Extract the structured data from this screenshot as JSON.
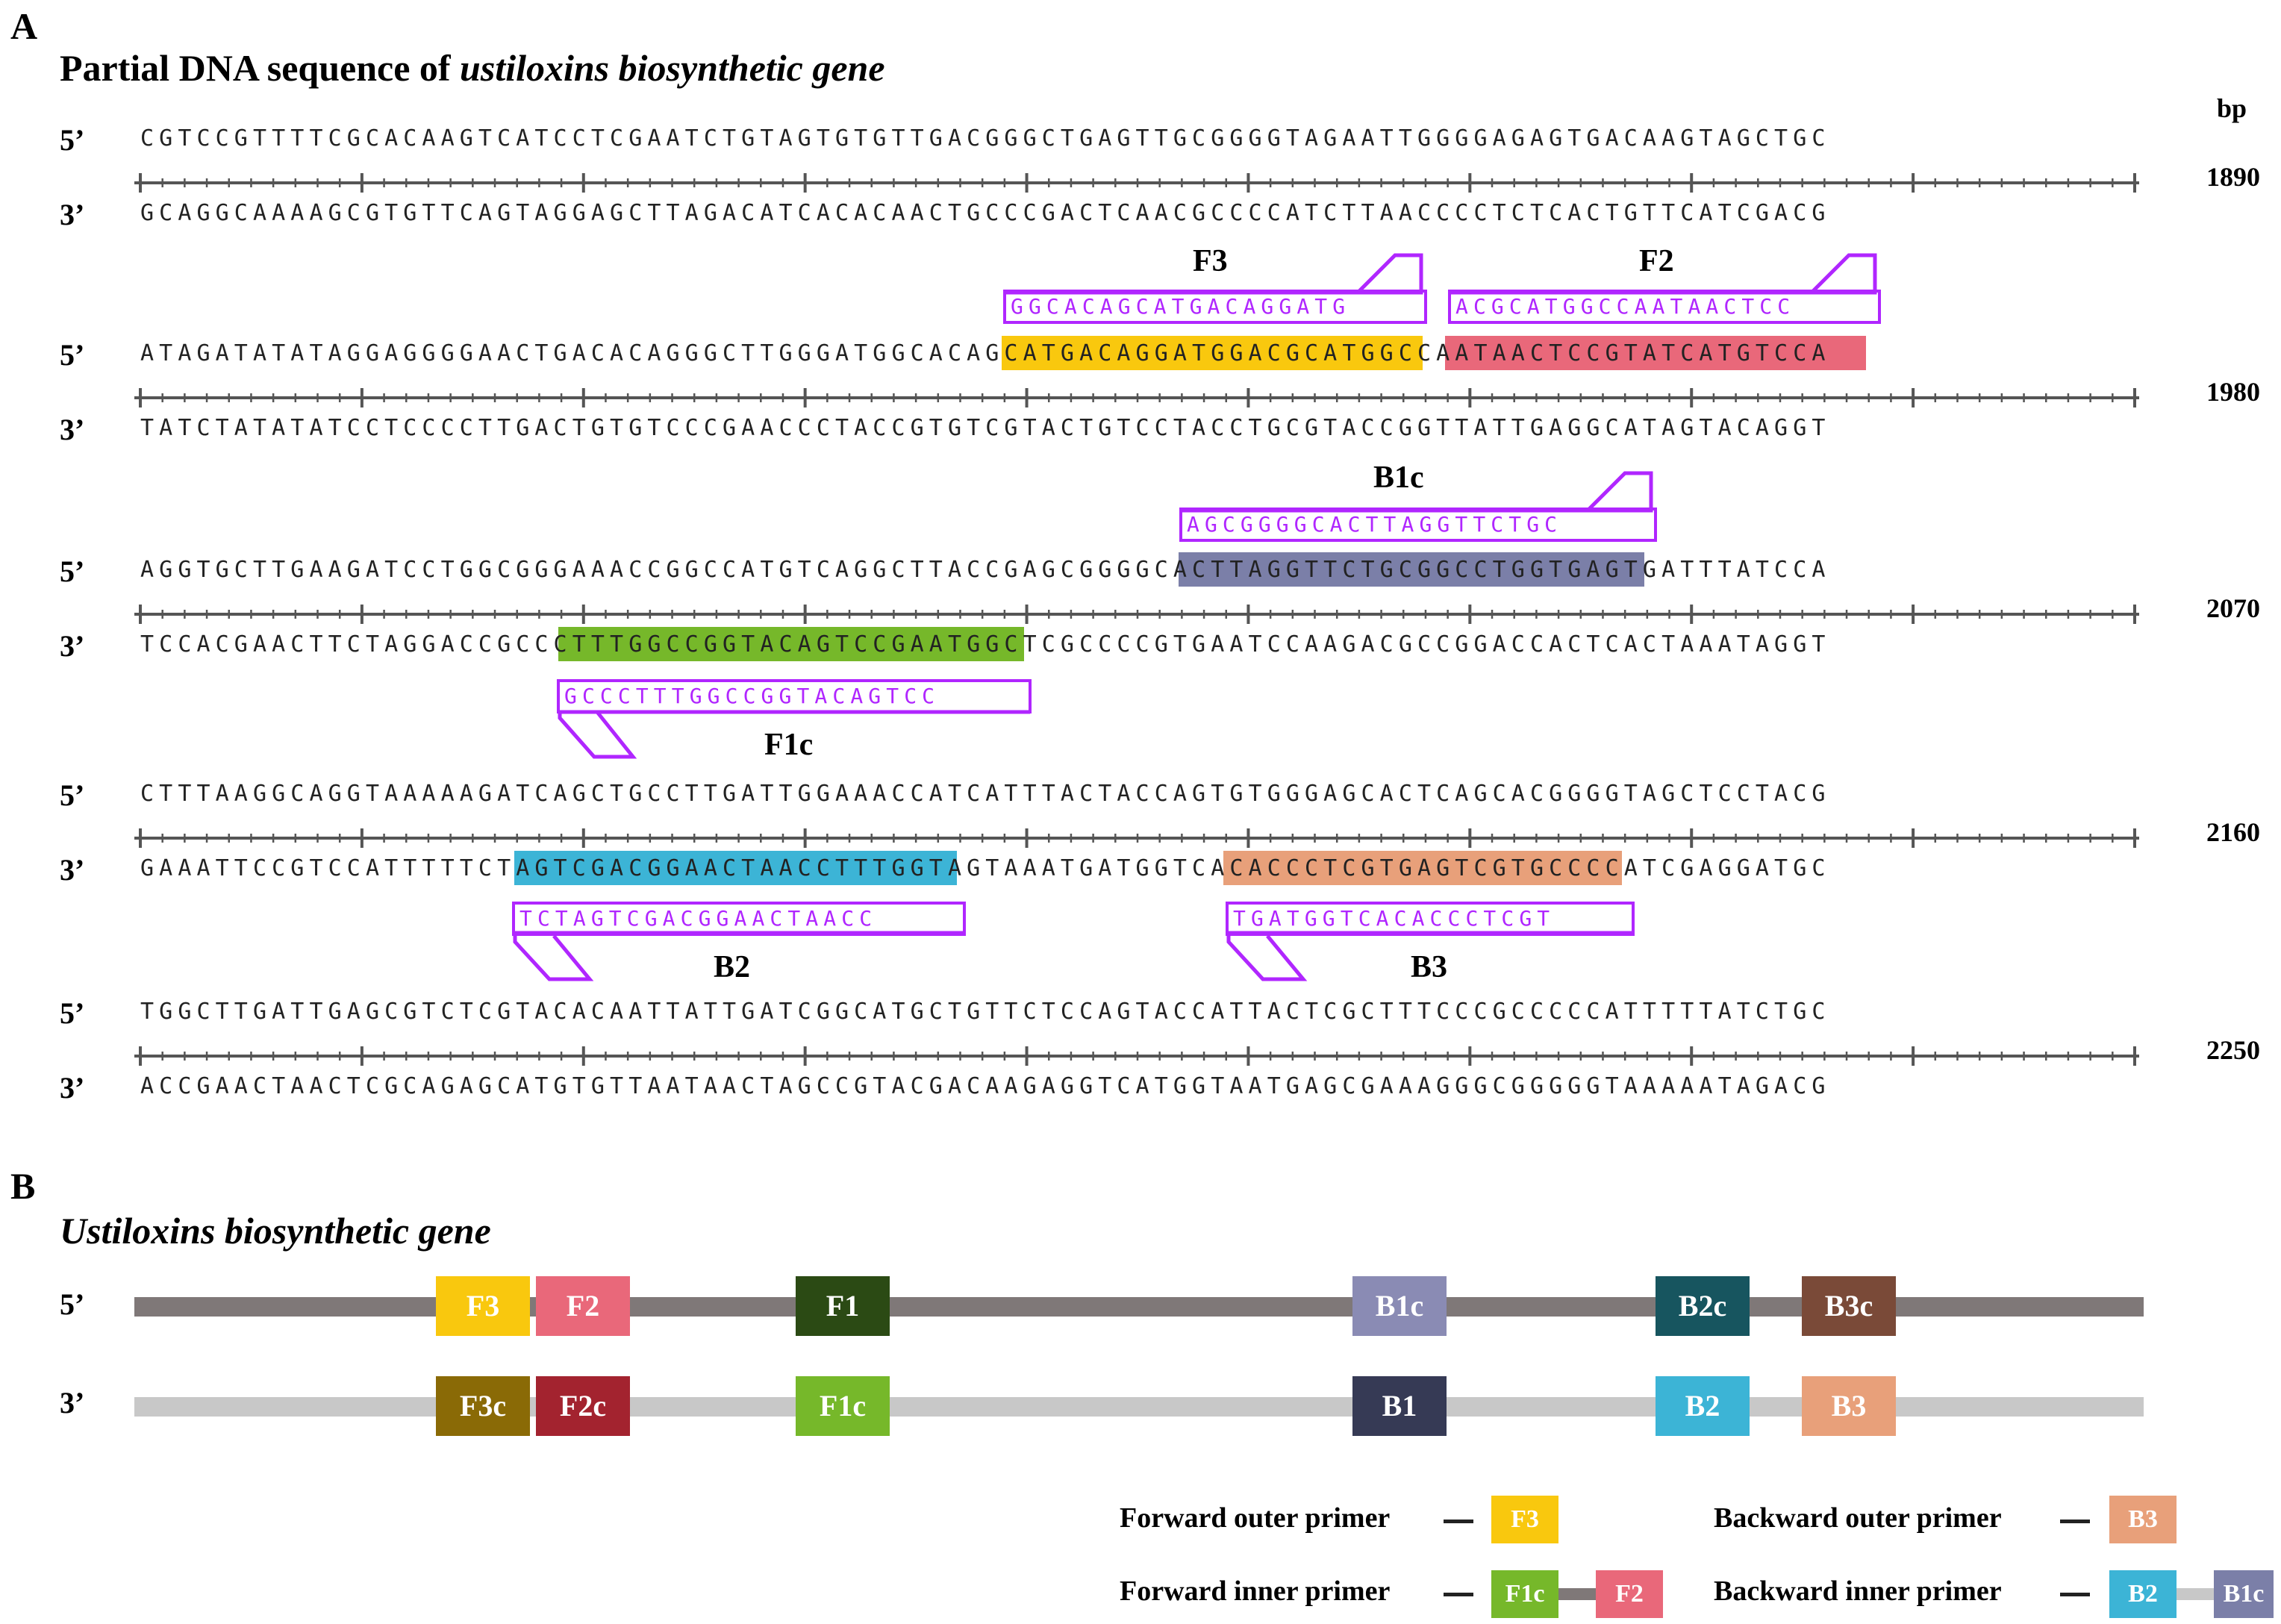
{
  "panel_a": {
    "letter": "A",
    "title_plain": "Partial DNA sequence of ",
    "title_italic": "ustiloxins biosynthetic gene",
    "bp_label": "bp",
    "strand5": "5’",
    "strand3": "3’",
    "rows": [
      {
        "top": "CGTCCGTTTTCGCACAAGTCATCCTCGAATCTGTAGTGTGTTGACGGGCTGAGTTGCGGGGTAGAATTGGGGAGAGTGACAAGTAGCTGC",
        "bottom": "GCAGGCAAAAGCGTGTTCAGTAGGAGCTTAGACATCACACAACTGCCCGACTCAACGCCCCATCTTAACCCCTCTCACTGTTCATCGACG",
        "bp": "1890"
      },
      {
        "top": "ATAGATATATAGGAGGGGAACTGACACAGGGCTTGGGATGGCACAGCATGACAGGATGGACGCATGGCCAATAACTCCGTATCATGTCCA",
        "bottom": "TATCTATATATCCTCCCCTTGACTGTGTCCCGAACCCTACCGTGTCGTACTGTCCTACCTGCGTACCGGTTATTGAGGCATAGTACAGGT",
        "bp": "1980"
      },
      {
        "top": "AGGTGCTTGAAGATCCTGGCGGGAAACCGGCCATGTCAGGCTTACCGAGCGGGGCACTTAGGTTCTGCGGCCTGGTGAGTGATTTATCCA",
        "bottom": "TCCACGAACTTCTAGGACCGCCCTTTGGCCGGTACAGTCCGAATGGCTCGCCCCGTGAATCCAAGACGCCGGACCACTCACTAAATAGGT",
        "bp": "2070"
      },
      {
        "top": "CTTTAAGGCAGGTAAAAAGATCAGCTGCCTTGATTGGAAACCATCATTTACTACCAGTGTGGGAGCACTCAGCACGGGGTAGCTCCTACG",
        "bottom": "GAAATTCCGTCCATTTTTCTAGTCGACGGAACTAACCTTTGGTAGTAAATGATGGTCACACCCTCGTGAGTCGTGCCCCATCGAGGATGC",
        "bp": "2160"
      },
      {
        "top": "TGGCTTGATTGAGCGTCTCGTACACAATTATTGATCGGCATGCTGTTCTCCAGTACCATTACTCGCTTTCCCGCCCCCATTTTTATCTGC",
        "bottom": "ACCGAACTAACTCGCAGAGCATGTGTTAATAACTAGCCGTACGACAAGAGGTCATGGTAATGAGCGAAAGGGCGGGGGTAAAAATAGACG",
        "bp": "2250"
      }
    ],
    "primers": [
      {
        "name": "F3",
        "seq": "GGCACAGCATGACAGGATG",
        "color": "#f9c80e"
      },
      {
        "name": "F2",
        "seq": "ACGCATGGCCAATAACTCC",
        "color": "#e9687a"
      },
      {
        "name": "B1c",
        "seq": "AGCGGGGCACTTAGGTTCTGC",
        "color": "#7b7fa8"
      },
      {
        "name": "F1c",
        "seq": "GCCCTTTGGCCGGTACAGTCC",
        "color": "#76b82a"
      },
      {
        "name": "B2",
        "seq": "TCTAGTCGACGGAACTAACC",
        "color": "#3cb4d6"
      },
      {
        "name": "B3",
        "seq": "TGATGGTCACACCCTCGT",
        "color": "#e8a07a"
      }
    ],
    "primer_outline_color": "#b026ff"
  },
  "panel_b": {
    "letter": "B",
    "title": "Ustiloxins biosynthetic gene",
    "strand5": "5’",
    "strand3": "3’",
    "top_blocks": [
      {
        "label": "F3",
        "color": "#f9c80e"
      },
      {
        "label": "F2",
        "color": "#e9687a"
      },
      {
        "label": "F1",
        "color": "#2b4a14"
      },
      {
        "label": "B1c",
        "color": "#8a8bb4"
      },
      {
        "label": "B2c",
        "color": "#17555f"
      },
      {
        "label": "B3c",
        "color": "#7a4a38"
      }
    ],
    "bottom_blocks": [
      {
        "label": "F3c",
        "color": "#8a6a06"
      },
      {
        "label": "F2c",
        "color": "#a3232f"
      },
      {
        "label": "F1c",
        "color": "#76b82a"
      },
      {
        "label": "B1",
        "color": "#363a55"
      },
      {
        "label": "B2",
        "color": "#3cb4d6"
      },
      {
        "label": "B3",
        "color": "#e8a07a"
      }
    ],
    "strand_colors": {
      "top": "#7f7878",
      "bottom": "#c8c8c8"
    },
    "legend": {
      "fwd_outer": "Forward outer primer",
      "fwd_inner": "Forward inner primer",
      "bwd_outer": "Backward outer primer",
      "bwd_inner": "Backward inner primer",
      "fwd_outer_blk": "F3",
      "fwd_inner_blk1": "F1c",
      "fwd_inner_blk2": "F2",
      "bwd_outer_blk": "B3",
      "bwd_inner_blk1": "B2",
      "bwd_inner_blk2": "B1c"
    }
  }
}
